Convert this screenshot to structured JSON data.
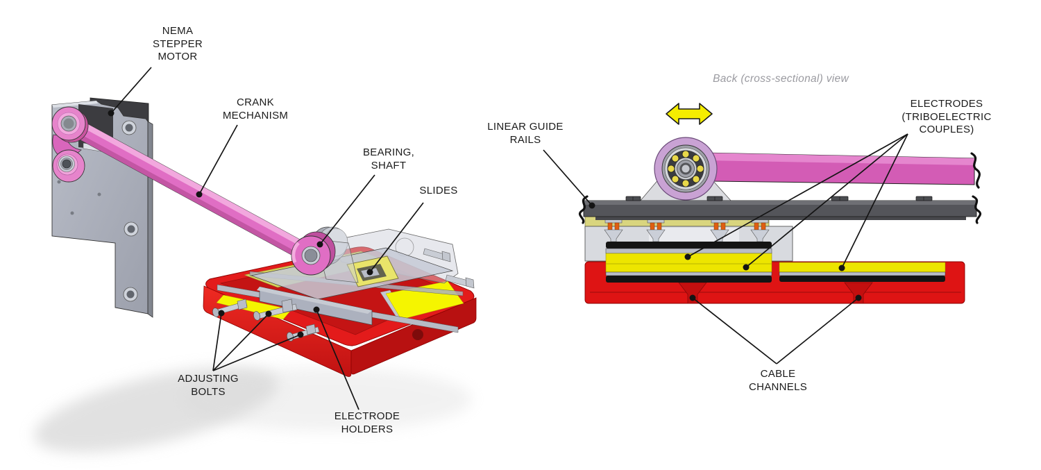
{
  "background": "#ffffff",
  "colors": {
    "page_bg": "#ffffff",
    "base_red": "#E31B1B",
    "base_red_dark": "#B81111",
    "electrode_yellow": "#F5F500",
    "dielectric_yellow": "#EDE500",
    "olive_carriage": "#D9D57E",
    "crank_pink": "#E06EC4",
    "crank_pink_light": "#F2A8DE",
    "bearing_lavender": "#C9A2D4",
    "metal_gray": "#B6BAC4",
    "rail_gray": "#54555A",
    "bolt_section_orange": "#DF5D12",
    "electrode_black": "#141414",
    "label_color": "#1A1A1A",
    "view_title_color": "#9A9AA0",
    "arrow_yellow": "#F5ED00"
  },
  "left_view": {
    "labels": {
      "nema_stepper_motor": "NEMA\nSTEPPER\nMOTOR",
      "crank_mechanism": "CRANK\nMECHANISM",
      "bearing_shaft": "BEARING,\nSHAFT",
      "slides": "SLIDES",
      "adjusting_bolts": "ADJUSTING\nBOLTS",
      "electrode_holders": "ELECTRODE\nHOLDERS"
    }
  },
  "right_view": {
    "title": "Back (cross-sectional) view",
    "labels": {
      "linear_guide_rails": "LINEAR GUIDE\nRAILS",
      "electrodes": "ELECTRODES\n(TRIBOELECTRIC\nCOUPLES)",
      "cable_channels": "CABLE\nCHANNELS"
    },
    "icons": {
      "motion_arrow": "double-headed-horizontal-arrow"
    }
  }
}
